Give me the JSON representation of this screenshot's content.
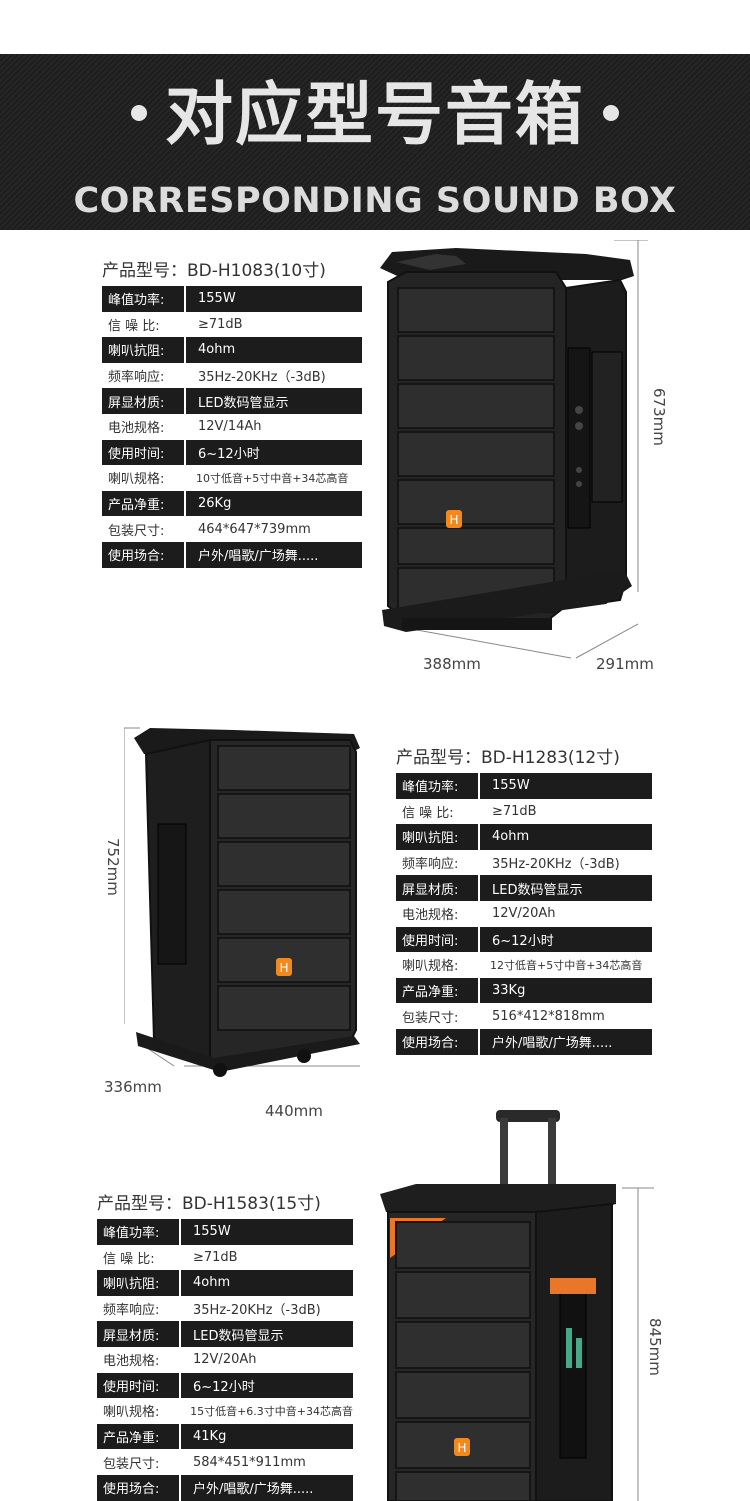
{
  "header": {
    "title": "对应型号音箱",
    "subtitle": "CORRESPONDING SOUND BOX"
  },
  "products": [
    {
      "model": "产品型号：BD-H1083(10寸)",
      "specs": [
        {
          "label": "峰值功率:",
          "value": "155W",
          "style": "dark"
        },
        {
          "label": "信  噪  比:",
          "value": "≥71dB",
          "style": "light"
        },
        {
          "label": "喇叭抗阻:",
          "value": "4ohm",
          "style": "dark"
        },
        {
          "label": "频率响应:",
          "value": "35Hz-20KHz（-3dB)",
          "style": "light"
        },
        {
          "label": "屏显材质:",
          "value": "LED数码管显示",
          "style": "dark"
        },
        {
          "label": "电池规格:",
          "value": "12V/14Ah",
          "style": "light"
        },
        {
          "label": "使用时间:",
          "value": "6~12小时",
          "style": "dark"
        },
        {
          "label": "喇叭规格:",
          "value": "10寸低音+5寸中音+34芯高音",
          "style": "light"
        },
        {
          "label": "产品净重:",
          "value": "26Kg",
          "style": "dark"
        },
        {
          "label": "包装尺寸:",
          "value": "464*647*739mm",
          "style": "light"
        },
        {
          "label": "使用场合:",
          "value": "户外/唱歌/广场舞.....",
          "style": "dark"
        }
      ],
      "dims": {
        "height": "673mm",
        "width": "388mm",
        "depth": "291mm"
      }
    },
    {
      "model": "产品型号：BD-H1283(12寸)",
      "specs": [
        {
          "label": "峰值功率:",
          "value": "155W",
          "style": "dark"
        },
        {
          "label": "信  噪  比:",
          "value": "≥71dB",
          "style": "light"
        },
        {
          "label": "喇叭抗阻:",
          "value": "4ohm",
          "style": "dark"
        },
        {
          "label": "频率响应:",
          "value": "35Hz-20KHz（-3dB)",
          "style": "light"
        },
        {
          "label": "屏显材质:",
          "value": "LED数码管显示",
          "style": "dark"
        },
        {
          "label": "电池规格:",
          "value": "12V/20Ah",
          "style": "light"
        },
        {
          "label": "使用时间:",
          "value": "6~12小时",
          "style": "dark"
        },
        {
          "label": "喇叭规格:",
          "value": "12寸低音+5寸中音+34芯高音",
          "style": "light"
        },
        {
          "label": "产品净重:",
          "value": "33Kg",
          "style": "dark"
        },
        {
          "label": "包装尺寸:",
          "value": "516*412*818mm",
          "style": "light"
        },
        {
          "label": "使用场合:",
          "value": "户外/唱歌/广场舞.....",
          "style": "dark"
        }
      ],
      "dims": {
        "height": "752mm",
        "width": "440mm",
        "depth": "336mm"
      }
    },
    {
      "model": "产品型号：BD-H1583(15寸)",
      "specs": [
        {
          "label": "峰值功率:",
          "value": "155W",
          "style": "dark"
        },
        {
          "label": "信  噪  比:",
          "value": "≥71dB",
          "style": "light"
        },
        {
          "label": "喇叭抗阻:",
          "value": "4ohm",
          "style": "dark"
        },
        {
          "label": "频率响应:",
          "value": "35Hz-20KHz（-3dB)",
          "style": "light"
        },
        {
          "label": "屏显材质:",
          "value": "LED数码管显示",
          "style": "dark"
        },
        {
          "label": "电池规格:",
          "value": "12V/20Ah",
          "style": "light"
        },
        {
          "label": "使用时间:",
          "value": "6~12小时",
          "style": "dark"
        },
        {
          "label": "喇叭规格:",
          "value": "15寸低音+6.3寸中音+34芯高音",
          "style": "light"
        },
        {
          "label": "产品净重:",
          "value": "41Kg",
          "style": "dark"
        },
        {
          "label": "包装尺寸:",
          "value": "584*451*911mm",
          "style": "light"
        },
        {
          "label": "使用场合:",
          "value": "户外/唱歌/广场舞.....",
          "style": "dark"
        }
      ],
      "dims": {
        "height": "845mm"
      }
    }
  ],
  "colors": {
    "banner_bg": "#222222",
    "spec_dark": "#1c1c1c",
    "logo_orange": "#f08a1e"
  }
}
